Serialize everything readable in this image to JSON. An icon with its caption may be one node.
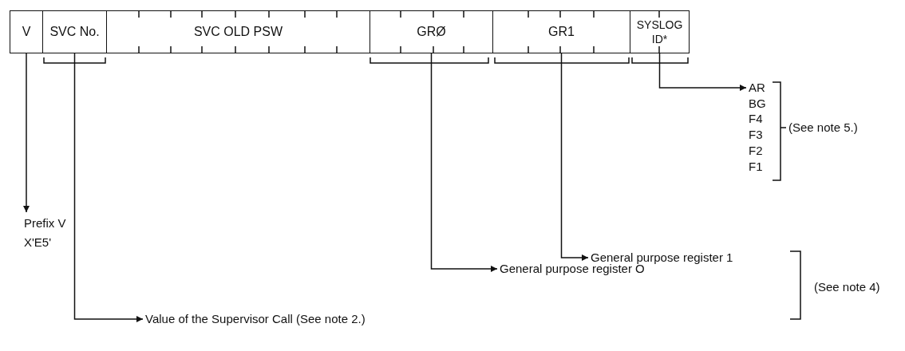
{
  "diagram": {
    "nodes": [
      {
        "text": [
          "V"
        ]
      },
      {
        "text": [
          "SVC No."
        ]
      },
      {
        "text": [
          "SVC OLD PSW"
        ]
      },
      {
        "text": [
          "GRØ"
        ]
      },
      {
        "text": [
          "GR1"
        ]
      },
      {
        "text": [
          "SYSLOG ID*"
        ]
      },
      {
        "text": [
          "AR",
          "BG",
          "F4",
          "F3",
          "F2",
          "F1"
        ]
      },
      {
        "text": [
          "Prefix V",
          "X'E5'"
        ]
      },
      {
        "text": [
          "General purpose register 1"
        ]
      },
      {
        "text": [
          "General purpose register O"
        ]
      },
      {
        "text": [
          "Value of the Supervisor Call (See note 2.)"
        ]
      }
    ],
    "edges": [
      {
        "from": 5,
        "to": 6,
        "arrow": "to"
      },
      {
        "from": 0,
        "to": 7,
        "arrow": "to"
      },
      {
        "from": 4,
        "to": 8,
        "arrow": "to"
      },
      {
        "from": 3,
        "to": 9,
        "arrow": "to"
      },
      {
        "from": 1,
        "to": 10,
        "arrow": "to"
      }
    ],
    "labels": [
      "(See note 5.)",
      "(See note 4)"
    ]
  }
}
